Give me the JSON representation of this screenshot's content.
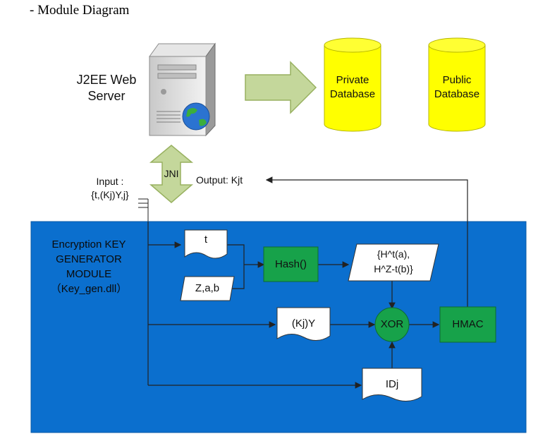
{
  "page": {
    "heading": "- Module Diagram"
  },
  "server": {
    "label": "J2EE Web\nServer"
  },
  "databases": [
    {
      "label": "Private\nDatabase"
    },
    {
      "label": "Public\nDatabase"
    }
  ],
  "jni": {
    "label": "JNI"
  },
  "io": {
    "input": "Input :\n{t,(Kj)Y,j}",
    "output": "Output: Kjt"
  },
  "module": {
    "title": "Encryption KEY\nGENERATOR\nMODULE\n（Key_gen.dll）"
  },
  "nodes": {
    "t": "t",
    "zab": "Z,a,b",
    "hash": "Hash()",
    "hvals": "{H^t(a),\nH^Z-t(b)}",
    "kjy": "(Kj)Y",
    "xor": "XOR",
    "hmac": "HMAC",
    "idj": "IDj"
  },
  "colors": {
    "module_bg": "#0b6fce",
    "green_fill": "#17a24a",
    "db_fill": "#ffff00",
    "arrow_fill": "#c4d79b",
    "arrow_stroke": "#98b160"
  }
}
